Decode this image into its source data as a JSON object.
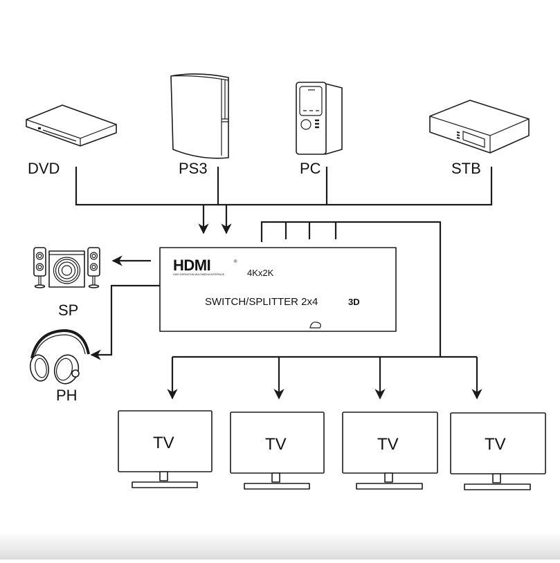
{
  "diagram": {
    "title": "HDMI 4Kx2K Switch/Splitter 2x4 connection diagram",
    "sources": [
      {
        "id": "dvd",
        "label": "DVD",
        "icon": "dvd-player-icon"
      },
      {
        "id": "ps3",
        "label": "PS3",
        "icon": "game-console-icon"
      },
      {
        "id": "pc",
        "label": "PC",
        "icon": "desktop-tower-icon"
      },
      {
        "id": "stb",
        "label": "STB",
        "icon": "set-top-box-icon"
      }
    ],
    "hub": {
      "logo": "HDMI",
      "logo_tagline": "HIGH DEFINITION MULTIMEDIA INTERFACE",
      "registered": "®",
      "resolution": "4Kx2K",
      "model": "SWITCH/SPLITTER 2x4",
      "badge_3d": "3D",
      "inputs": 2,
      "outputs": 4
    },
    "audio_outputs": [
      {
        "id": "sp",
        "label": "SP",
        "icon": "speaker-system-icon"
      },
      {
        "id": "ph",
        "label": "PH",
        "icon": "headphones-icon"
      }
    ],
    "displays": [
      {
        "id": "tv1",
        "label": "TV"
      },
      {
        "id": "tv2",
        "label": "TV"
      },
      {
        "id": "tv3",
        "label": "TV"
      },
      {
        "id": "tv4",
        "label": "TV"
      }
    ],
    "colors": {
      "line": "#1a1a1a",
      "background": "#ffffff"
    }
  }
}
